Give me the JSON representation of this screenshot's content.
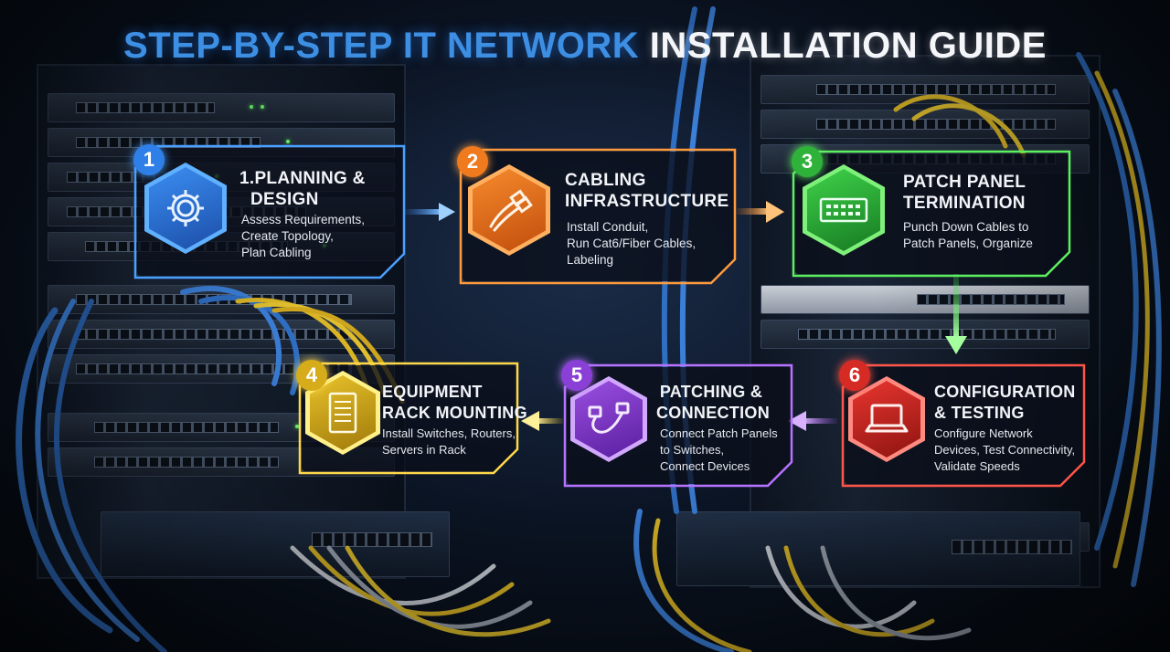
{
  "title": {
    "part1": "STEP-BY-STEP IT NETWORK",
    "part2": "INSTALLATION GUIDE"
  },
  "colors": {
    "step1": "#2f7fe8",
    "step2": "#f07a1e",
    "step3": "#3fd24a",
    "step4": "#e8c22a",
    "step5": "#9a4fe0",
    "step6": "#e8352f",
    "title_blue": "#3d8fe4"
  },
  "steps": [
    {
      "number": "1",
      "title_lines": [
        "1.PLANNING &",
        "DESIGN"
      ],
      "desc_lines": [
        "Assess Requirements,",
        "Create Topology,",
        "Plan Cabling"
      ],
      "icon": "gear-icon"
    },
    {
      "number": "2",
      "title_lines": [
        "CABLING",
        "INFRASTRUCTURE"
      ],
      "desc_lines": [
        "Install Conduit,",
        "Run Cat6/Fiber Cables,",
        "Labeling"
      ],
      "icon": "ethernet-cable-icon"
    },
    {
      "number": "3",
      "title_lines": [
        "PATCH PANEL",
        "TERMINATION"
      ],
      "desc_lines": [
        "Punch Down Cables to",
        "Patch Panels, Organize"
      ],
      "icon": "patch-panel-icon"
    },
    {
      "number": "4",
      "title_lines": [
        "EQUIPMENT",
        "RACK MOUNTING"
      ],
      "desc_lines": [
        "Install Switches, Routers,",
        "Servers in Rack"
      ],
      "icon": "server-rack-icon"
    },
    {
      "number": "5",
      "title_lines": [
        "PATCHING &",
        "CONNECTION"
      ],
      "desc_lines": [
        "Connect Patch Panels",
        "to Switches,",
        "Connect Devices"
      ],
      "icon": "patch-cable-icon"
    },
    {
      "number": "6",
      "title_lines": [
        "CONFIGURATION",
        "& TESTING"
      ],
      "desc_lines": [
        "Configure Network",
        "Devices, Test Connectivity,",
        "Validate Speeds"
      ],
      "icon": "laptop-icon"
    }
  ]
}
